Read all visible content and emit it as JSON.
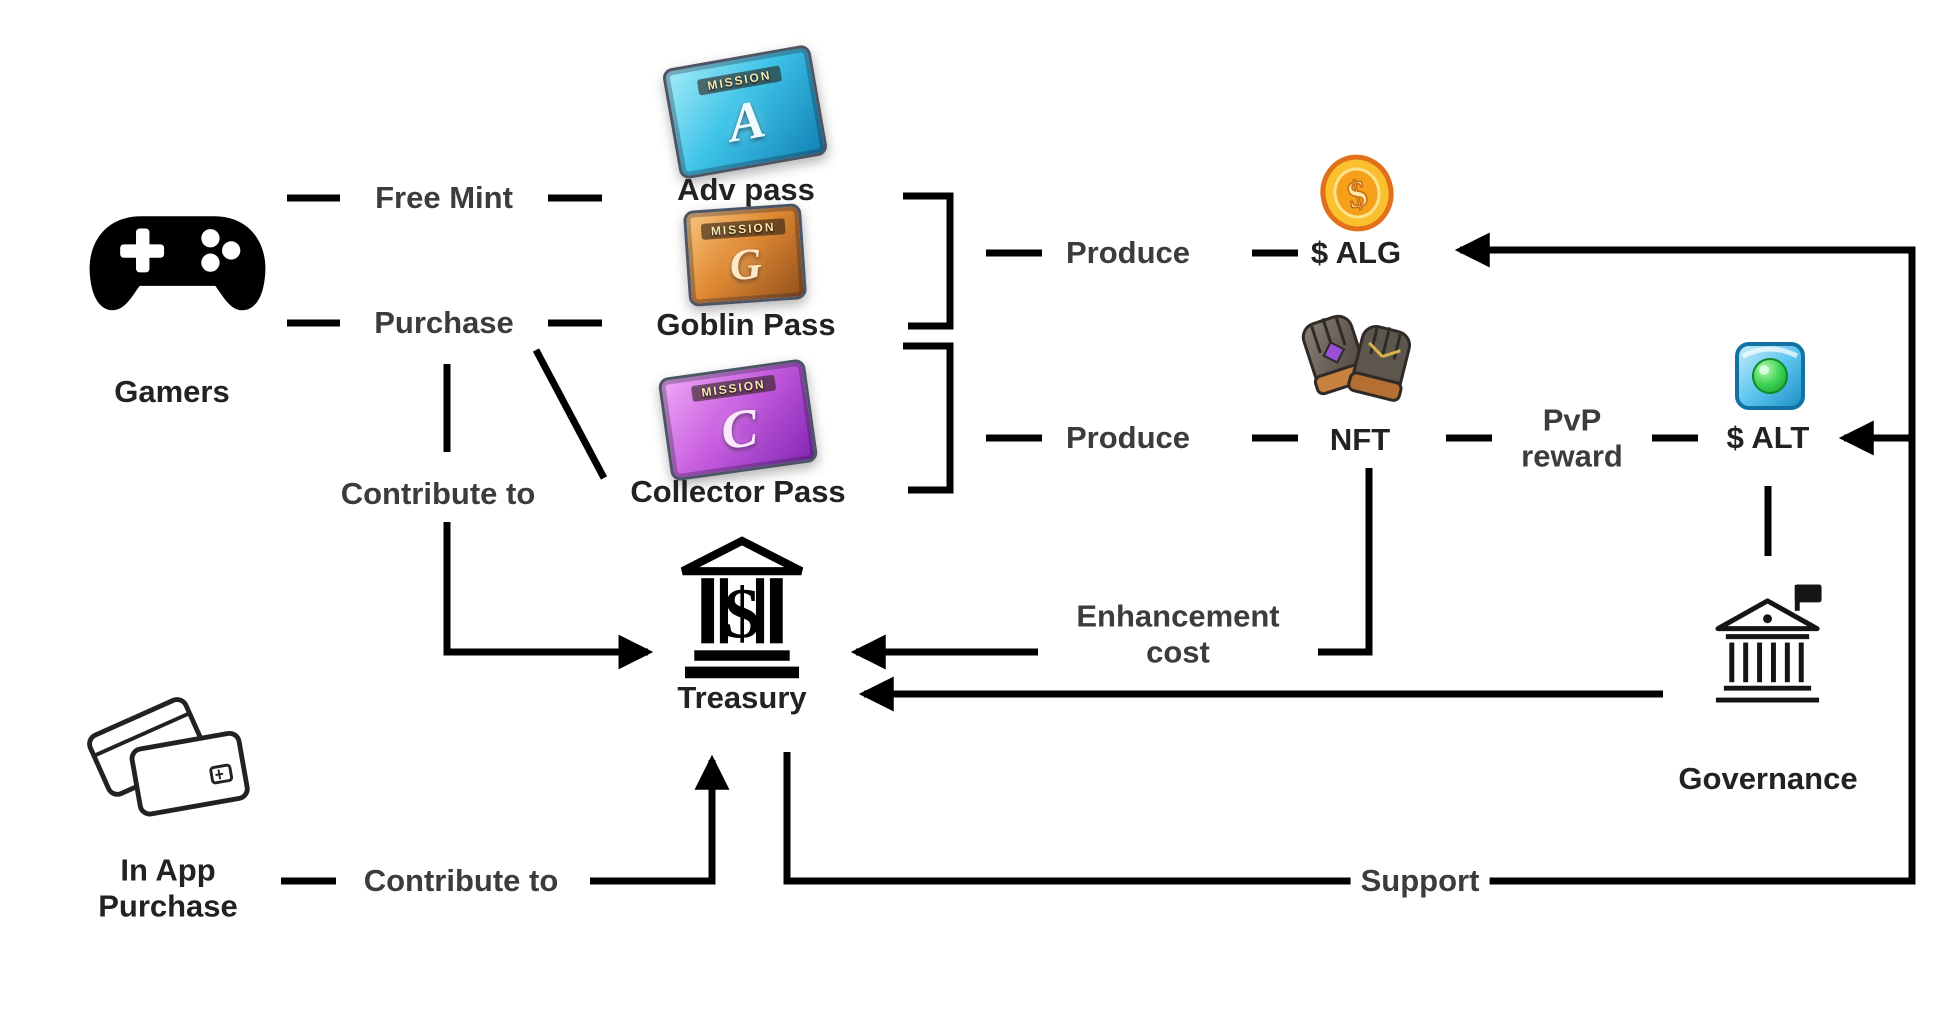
{
  "diagram": {
    "nodes": {
      "gamers": "Gamers",
      "adv_pass": "Adv pass",
      "goblin_pass": "Goblin Pass",
      "collector_pass": "Collector Pass",
      "alg_token": "$ ALG",
      "nft": "NFT",
      "alt_token": "$ ALT",
      "treasury": "Treasury",
      "governance": "Governance",
      "in_app_purchase": "In App Purchase"
    },
    "edge_labels": {
      "free_mint": "Free Mint",
      "purchase": "Purchase",
      "contribute_to_upper": "Contribute to",
      "contribute_to_lower": "Contribute to",
      "produce_alg": "Produce",
      "produce_nft": "Produce",
      "pvp_reward": "PvP reward",
      "enhancement_cost": "Enhancement cost",
      "support": "Support"
    },
    "pass_cards": {
      "banner": "MISSION",
      "adv_letter": "A",
      "goblin_letter": "G",
      "collector_letter": "C"
    },
    "icons": {
      "dollar": "$",
      "names": [
        "gamepad-icon",
        "adv-pass-card-icon",
        "goblin-pass-card-icon",
        "collector-pass-card-icon",
        "alg-coin-icon",
        "nft-gloves-icon",
        "alt-cube-icon",
        "treasury-bank-icon",
        "governance-building-icon",
        "credit-cards-icon"
      ]
    },
    "colors": {
      "line": "#000000",
      "edge_label": "#3c3c3c",
      "node_label": "#222222",
      "adv_card": "#2fb6dd",
      "goblin_card": "#d9832e",
      "collector_card": "#bb54dd",
      "coin_gold": "#f2a227",
      "cube_blue": "#45b9e8",
      "cube_core_green": "#2fc24b"
    }
  }
}
